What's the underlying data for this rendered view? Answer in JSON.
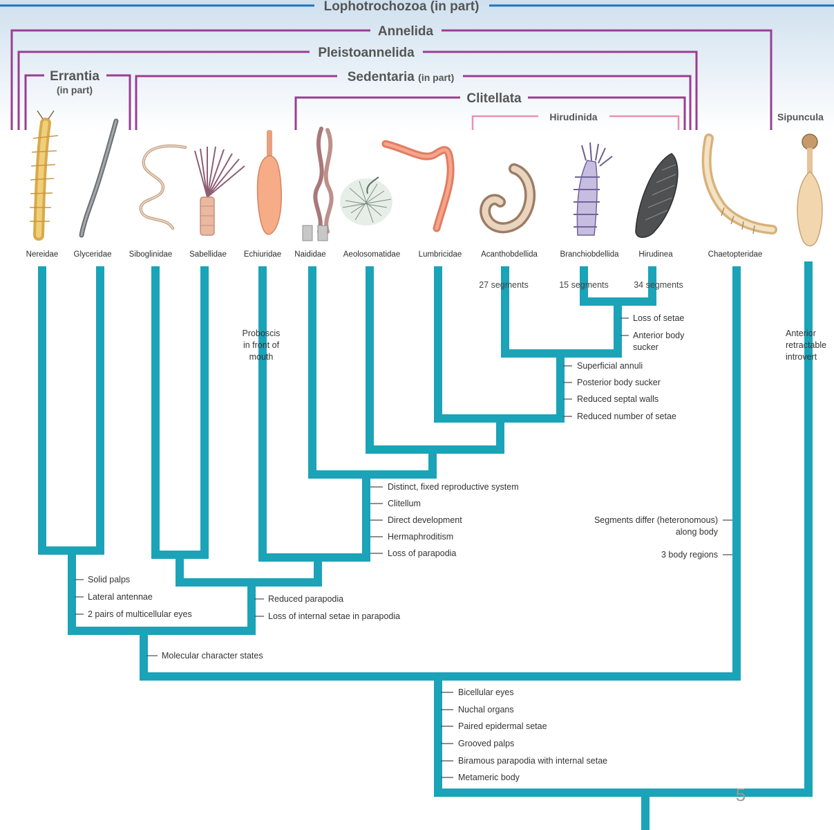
{
  "colors": {
    "top_band": "#d8e6f1",
    "lopho_line": "#1f73bd",
    "clade_line": "#9a3d92",
    "hirudinida_line": "#ef8fb2",
    "branch": "#1ba3b8",
    "label_grp": "#555555"
  },
  "groups": {
    "lophotrochozoa": "Lophotrochozoa (in part)",
    "annelida": "Annelida",
    "pleistoannelida": "Pleistoannelida",
    "errantia": "Errantia",
    "errantia_sub": "(in part)",
    "sedentaria": "Sedentaria",
    "sedentaria_sub": "(in part)",
    "clitellata": "Clitellata",
    "hirudinida": "Hirudinida",
    "sipuncula": "Sipuncula"
  },
  "taxa": [
    "Nereidae",
    "Glyceridae",
    "Siboglinidae",
    "Sabellidae",
    "Echiuridae",
    "Naididae",
    "Aeolosomatidae",
    "Lumbricidae",
    "Acanthobdellida",
    "Branchiobdellida",
    "Hirudinea",
    "Chaetopteridae"
  ],
  "segments": [
    "27 segments",
    "15 segments",
    "34 segments"
  ],
  "characters": {
    "hirudinea_group": [
      "Loss of setae",
      "Anterior body",
      "sucker"
    ],
    "leech_clade": [
      "Superficial annuli",
      "Posterior body sucker"
    ],
    "clitellate_clade": [
      "Reduced septal walls",
      "Reduced number of setae"
    ],
    "clitellata": [
      "Distinct, fixed reproductive system",
      "Clitellum",
      "Direct development",
      "Hermaphroditism",
      "Loss of parapodia"
    ],
    "echiuridae": [
      "Proboscis",
      "in front of",
      "mouth"
    ],
    "chaetopteridae": [
      "Segments differ (heteronomous)",
      "along body",
      "3 body regions"
    ],
    "sipuncula": [
      "Anterior",
      "retractable",
      "introvert"
    ],
    "errantia": [
      "Solid palps",
      "Lateral antennae",
      "2 pairs of multicellular eyes"
    ],
    "sedentaria": [
      "Reduced parapodia",
      "Loss of internal setae in parapodia"
    ],
    "pleistoannelida": [
      "Molecular character states"
    ],
    "annelida": [
      "Bicellular eyes",
      "Nuchal organs",
      "Paired epidermal setae",
      "Grooved palps",
      "Biramous parapodia with internal setae",
      "Metameric body"
    ]
  },
  "page_number": "5",
  "icons": [
    "nereid-worm-icon",
    "glycerid-worm-icon",
    "siboglinid-worm-icon",
    "sabellid-fanworm-icon",
    "echiurid-worm-icon",
    "naidid-worm-icon",
    "aeolosomatid-worm-icon",
    "earthworm-icon",
    "acanthobdellid-icon",
    "branchiobdellid-icon",
    "leech-icon",
    "chaetopterid-icon",
    "sipunculid-icon"
  ]
}
